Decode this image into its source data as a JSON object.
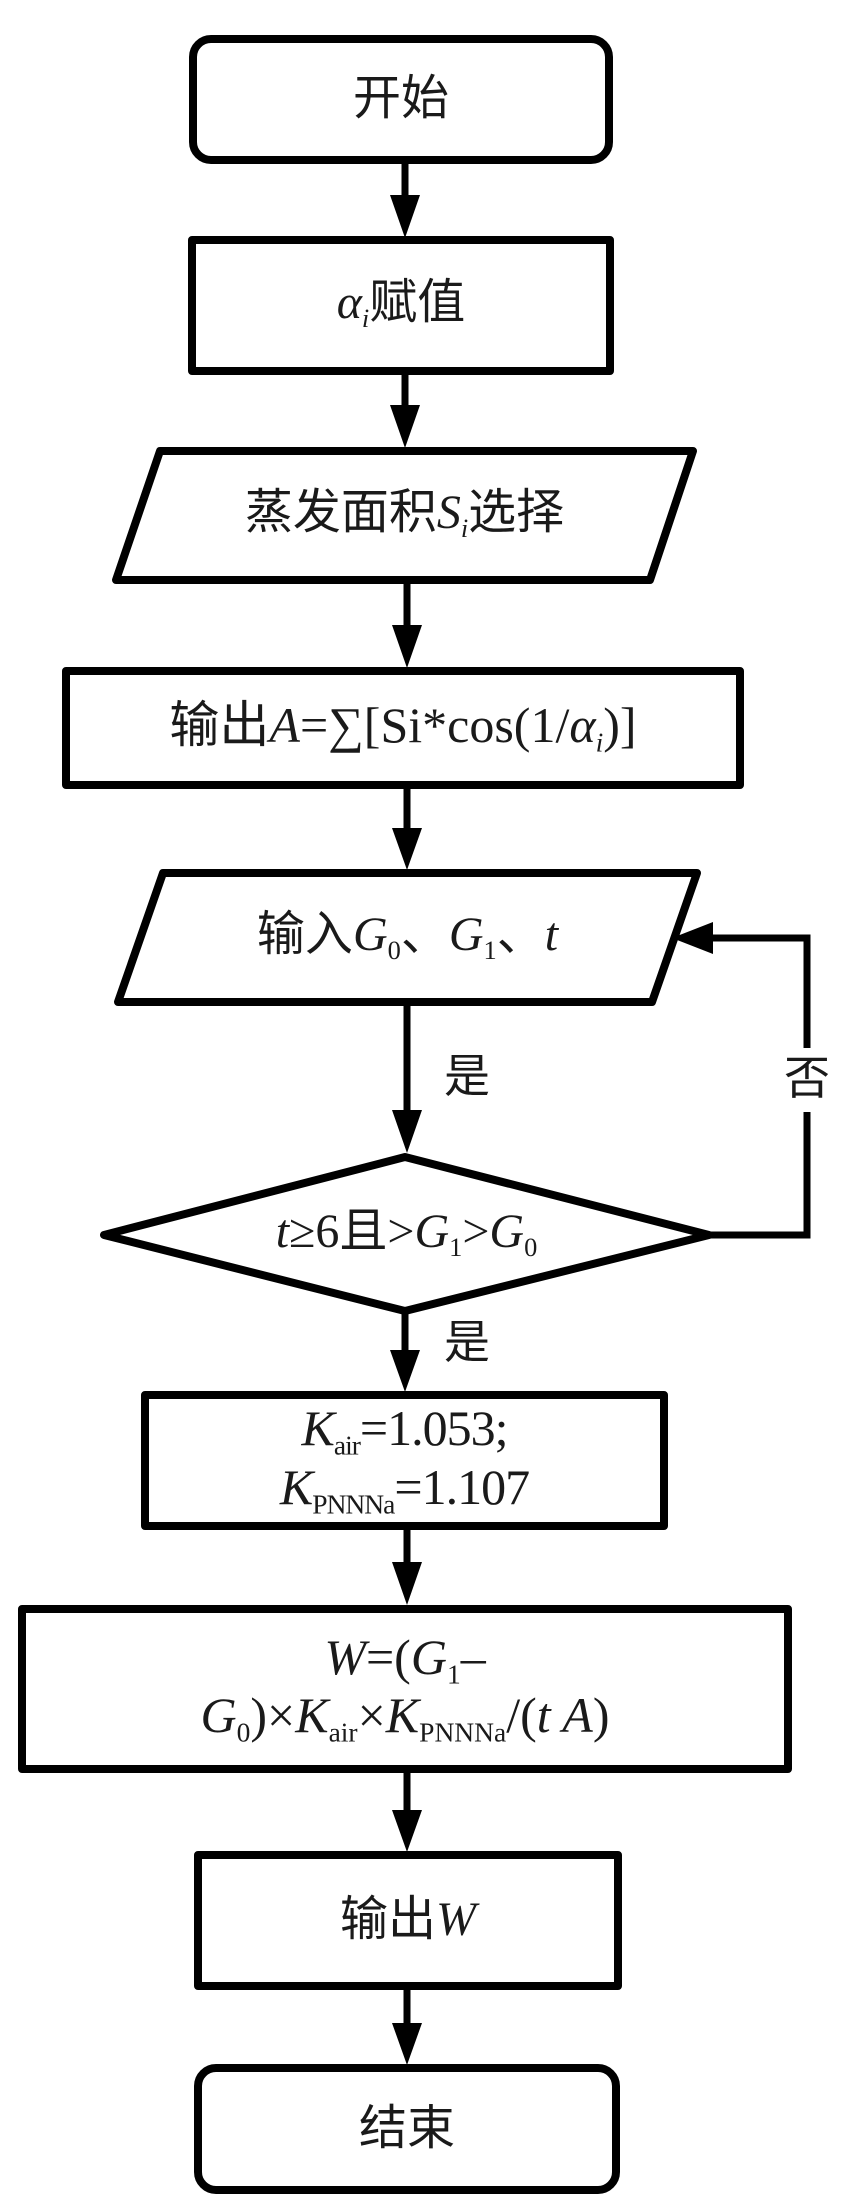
{
  "diagram": {
    "type": "flowchart",
    "stroke_color": "#000000",
    "nodes": [
      {
        "id": "start",
        "shape": "terminator",
        "text": "开始"
      },
      {
        "id": "assign",
        "shape": "process",
        "var": "α",
        "sub": "i",
        "text": "赋值"
      },
      {
        "id": "select-area",
        "shape": "io",
        "pre": "蒸发面积",
        "var": "S",
        "sub": "i",
        "post": "选择"
      },
      {
        "id": "output-a",
        "shape": "process",
        "pre": "输出",
        "var": "A",
        "formula": "=∑[Si*cos(1/",
        "var2": "α",
        "sub2": "i",
        "post": ")]"
      },
      {
        "id": "input-g",
        "shape": "io",
        "pre": "输入",
        "g": "G",
        "sub0": "0",
        "sep": "、",
        "sub1": "1",
        "t": "t"
      },
      {
        "id": "decision",
        "shape": "decision",
        "t": "t",
        "ge": "≥6且>",
        "g": "G",
        "sub1": "1",
        "gt": ">",
        "sub0": "0"
      },
      {
        "id": "constants",
        "shape": "process",
        "k": "K",
        "sub_air": "air",
        "air_val": "=1.053;",
        "sub_pn": "PNNNa",
        "pn_val": "=1.107"
      },
      {
        "id": "compute-w",
        "shape": "process",
        "line1_w": "W",
        "line1_rest": "=(",
        "g": "G",
        "sub1": "1",
        "minus": "–",
        "sub0": "0",
        "times1": ")×",
        "k": "K",
        "sub_air": "air",
        "times2": "×",
        "sub_pn": "PNNNa",
        "div": "/(",
        "t": "t",
        "a": " A",
        "close": ")"
      },
      {
        "id": "output-w",
        "shape": "process",
        "pre": "输出",
        "var": "W"
      },
      {
        "id": "end",
        "shape": "terminator",
        "text": "结束"
      }
    ],
    "edge_labels": {
      "yes_1": "是",
      "yes_2": "是",
      "no": "否"
    }
  }
}
